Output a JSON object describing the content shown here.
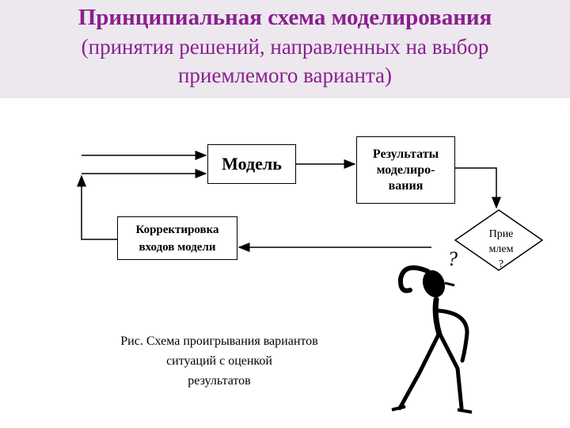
{
  "title": {
    "line1": "Принципиальная схема моделирования",
    "line2": "(принятия решений, направленных на выбор",
    "line3": "приемлемого варианта)"
  },
  "diagram": {
    "model_label": "Модель",
    "results_label": "Результаты моделиро-вания",
    "results_lines": [
      "Результаты",
      "моделиро-",
      "вания"
    ],
    "correction_lines": [
      "Корректировка",
      "входов модели"
    ],
    "decision_lines": [
      "Прие",
      "млем",
      "?"
    ],
    "question_mark": "?"
  },
  "caption": {
    "lines": [
      "Рис.  Схема проигрывания вариантов",
      "ситуаций с оценкой",
      "результатов"
    ]
  },
  "colors": {
    "title": "#8b1e8f",
    "title_band": "#ece8ee",
    "lines": "#000000"
  },
  "icons": [
    "thinking-person-icon"
  ]
}
